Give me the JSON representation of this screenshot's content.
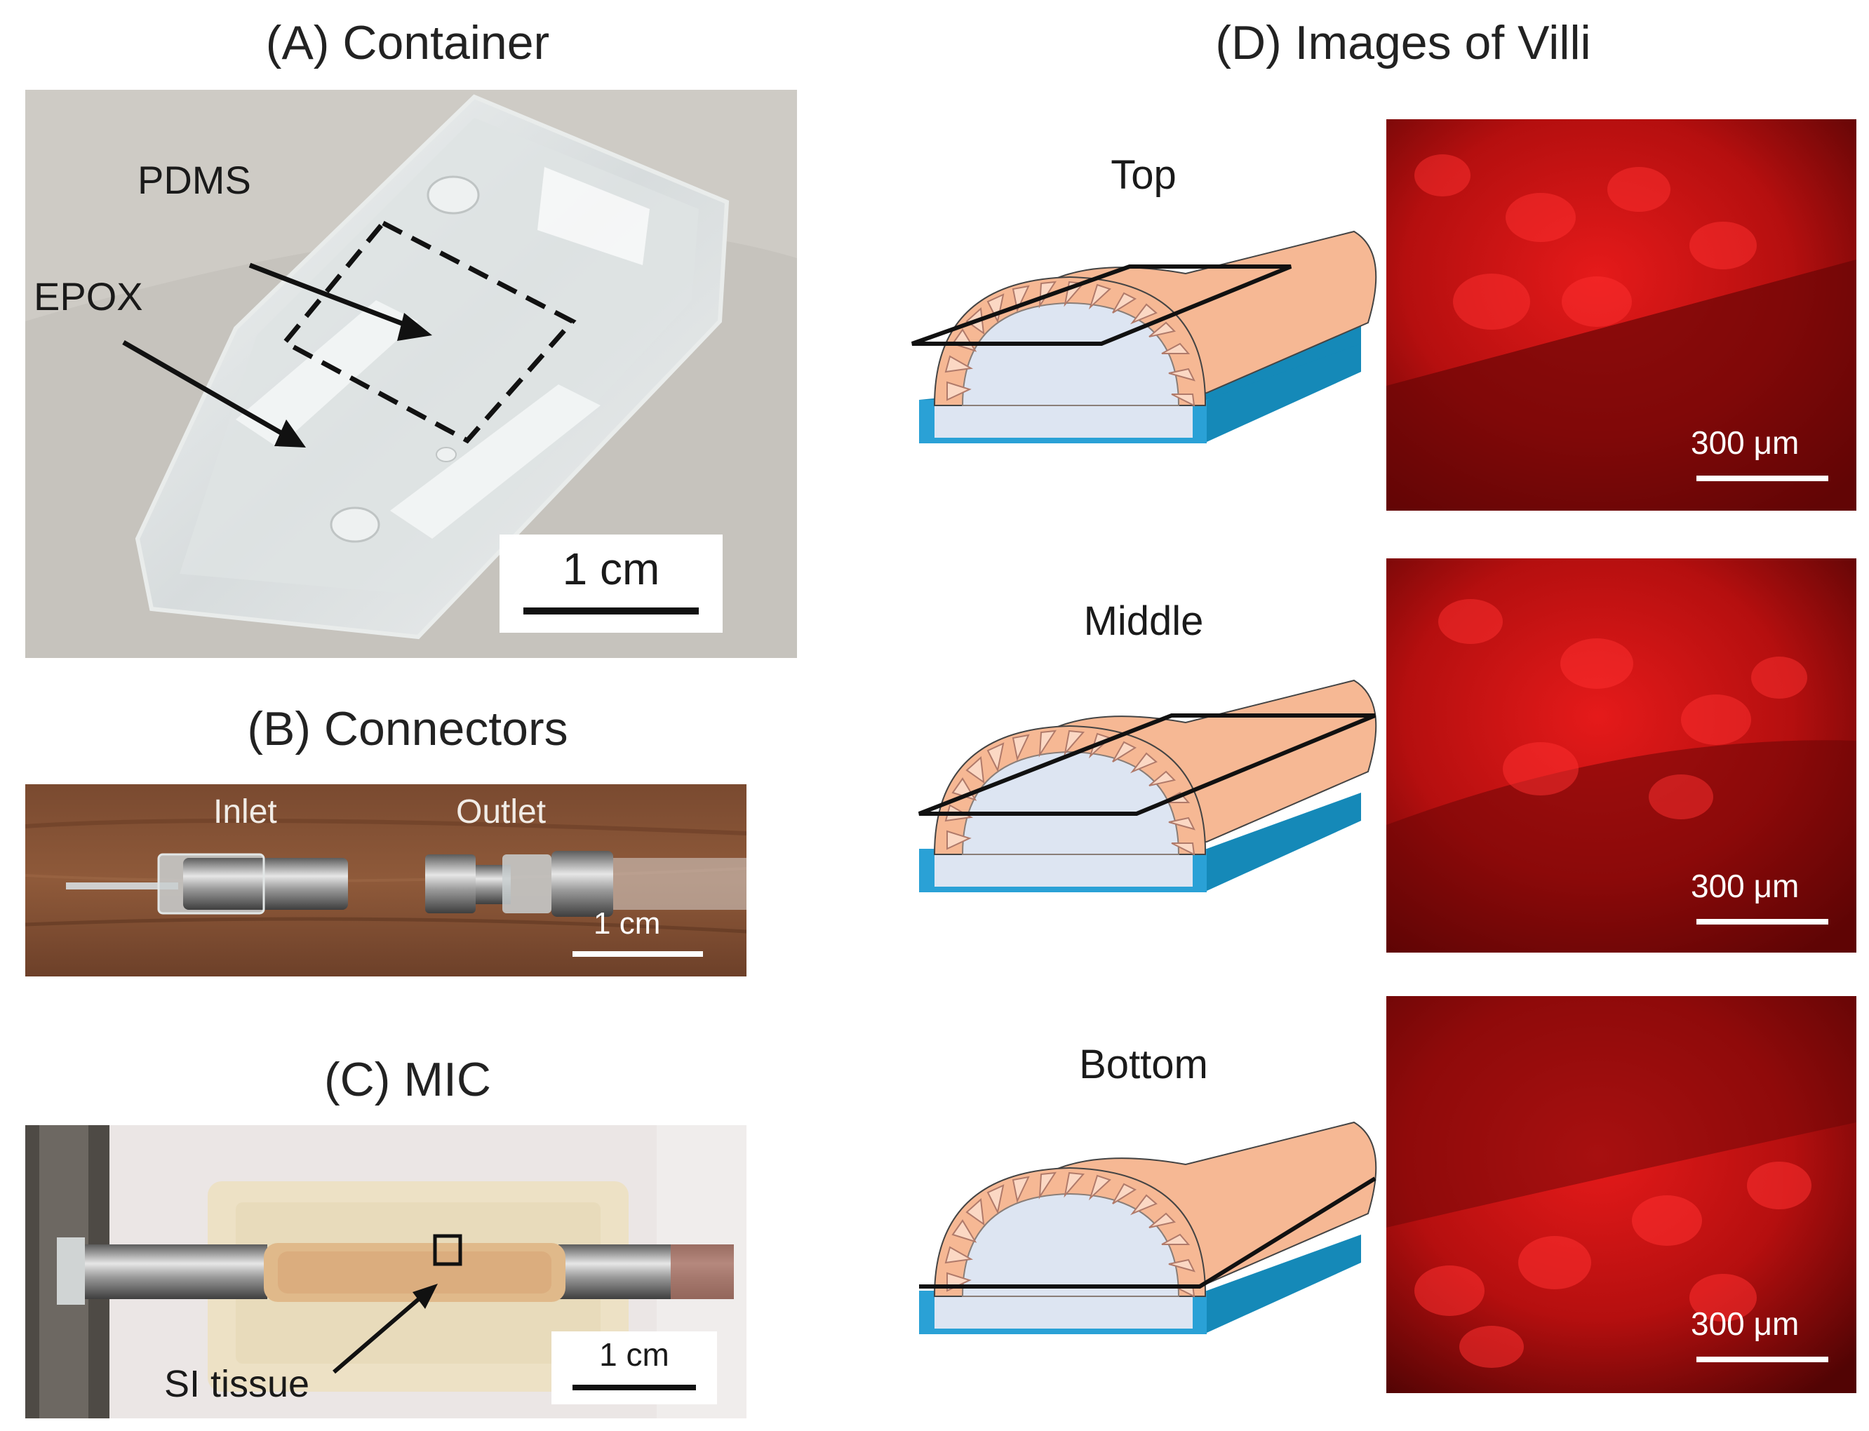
{
  "panel_a": {
    "title": "(A) Container",
    "pdms_label": "PDMS",
    "epox_label": "EPOX",
    "scale_label": "1 cm"
  },
  "panel_b": {
    "title": "(B) Connectors",
    "inlet_label": "Inlet",
    "outlet_label": "Outlet",
    "scale_label": "1 cm"
  },
  "panel_c": {
    "title": "(C) MIC",
    "tissue_label": "SI tissue",
    "scale_label": "1 cm"
  },
  "panel_d": {
    "title": "(D) Images of Villi",
    "views": [
      {
        "label": "Top",
        "scale_label": "300 μm"
      },
      {
        "label": "Middle",
        "scale_label": "300 μm"
      },
      {
        "label": "Bottom",
        "scale_label": "300 μm"
      }
    ]
  },
  "colors": {
    "tissue": "#f6b894",
    "channel_fill": "#dde5f2",
    "container": "#2aa1d6",
    "fluorescence": "#c81010"
  }
}
